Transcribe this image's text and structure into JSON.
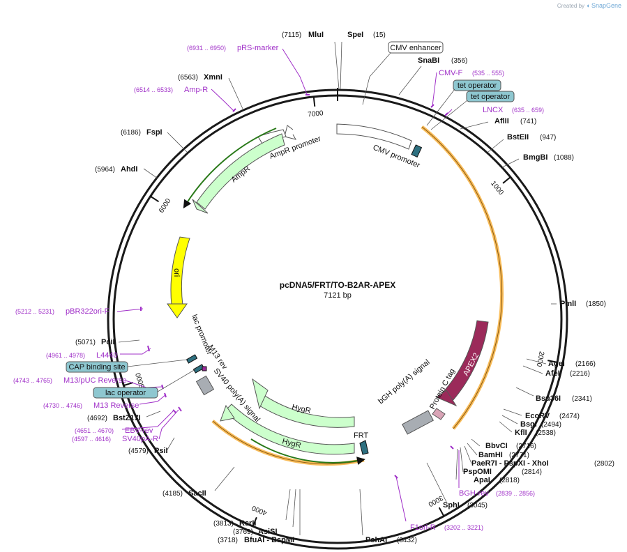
{
  "credit": {
    "prefix": "Created by",
    "brand": "SnapGene"
  },
  "plasmid": {
    "name": "pcDNA5/FRT/TO-B2AR-APEX",
    "size": "7121 bp",
    "length": 7121
  },
  "ruler": [
    {
      "label": "1000",
      "bp": 1000
    },
    {
      "label": "2000",
      "bp": 2000
    },
    {
      "label": "3000",
      "bp": 3000
    },
    {
      "label": "4000",
      "bp": 4000
    },
    {
      "label": "5000",
      "bp": 5000
    },
    {
      "label": "6000",
      "bp": 6000
    },
    {
      "label": "7000",
      "bp": 7000
    }
  ],
  "colors": {
    "backbone": "#1a1a1a",
    "primer": "#a030c8",
    "promoter": "#ffffff",
    "gene": "#ccffcc",
    "ori": "#ffff00",
    "apex": "#9b2a5a",
    "operator": "#2e7080",
    "polyA": "#a8adb3",
    "highlight": "#f6a623"
  },
  "enzymes": [
    {
      "name": "MluI",
      "pos": "(7115)"
    },
    {
      "name": "SpeI",
      "pos": "(15)"
    },
    {
      "name": "SnaBI",
      "pos": "(356)"
    },
    {
      "name": "AflII",
      "pos": "(741)"
    },
    {
      "name": "BstEII",
      "pos": "(947)"
    },
    {
      "name": "BmgBI",
      "pos": "(1088)"
    },
    {
      "name": "PmlI",
      "pos": "(1850)"
    },
    {
      "name": "AgeI",
      "pos": "(2166)"
    },
    {
      "name": "AfeI",
      "pos": "(2216)"
    },
    {
      "name": "Bsu36I",
      "pos": "(2341)"
    },
    {
      "name": "EcoRV",
      "pos": "(2474)"
    },
    {
      "name": "BsgI",
      "pos": "(2494)"
    },
    {
      "name": "KflI",
      "pos": "(2538)"
    },
    {
      "name": "BbvCI",
      "pos": "(2716)"
    },
    {
      "name": "BamHI",
      "pos": "(2771)"
    },
    {
      "name": "PaeR7I - PspXI - XhoI",
      "pos": "(2802)"
    },
    {
      "name": "PspOMI",
      "pos": "(2814)"
    },
    {
      "name": "ApaI",
      "pos": "(2818)"
    },
    {
      "name": "SphI",
      "pos": "(3045)"
    },
    {
      "name": "PshAI",
      "pos": "(3432)"
    },
    {
      "name": "BfuAI - BspMI",
      "pos": "(3718)"
    },
    {
      "name": "AsiSI",
      "pos": "(3769)"
    },
    {
      "name": "RsrII",
      "pos": "(3813)"
    },
    {
      "name": "SacII",
      "pos": "(4185)"
    },
    {
      "name": "PsiI",
      "pos": "(4579)"
    },
    {
      "name": "BstZ17I",
      "pos": "(4692)"
    },
    {
      "name": "PciI",
      "pos": "(5071)"
    },
    {
      "name": "AhdI",
      "pos": "(5964)"
    },
    {
      "name": "FspI",
      "pos": "(6186)"
    },
    {
      "name": "XmnI",
      "pos": "(6563)"
    }
  ],
  "primers": [
    {
      "name": "pRS-marker",
      "range": "(6931 .. 6950)"
    },
    {
      "name": "Amp-R",
      "range": "(6514 .. 6533)"
    },
    {
      "name": "CMV-F",
      "range": "(535 .. 555)"
    },
    {
      "name": "LNCX",
      "range": "(635 .. 659)"
    },
    {
      "name": "BGH-rev",
      "range": "(2839 .. 2856)"
    },
    {
      "name": "F1ori-R",
      "range": "(3202 .. 3221)"
    },
    {
      "name": "pBR322ori-F",
      "range": "(5212 .. 5231)"
    },
    {
      "name": "L4440",
      "range": "(4961 .. 4978)"
    },
    {
      "name": "M13/pUC Reverse",
      "range": "(4743 .. 4765)"
    },
    {
      "name": "M13 Reverse",
      "range": "(4730 .. 4746)"
    },
    {
      "name": "EBV-rev",
      "range": "(4651 .. 4670)"
    },
    {
      "name": "SV40pA-R",
      "range": "(4597 .. 4616)"
    }
  ],
  "boxed_labels": [
    "CMV enhancer",
    "tet operator",
    "tet operator",
    "CAP binding site",
    "lac operator"
  ],
  "features": [
    {
      "name": "CMV promoter"
    },
    {
      "name": "AmpR promoter"
    },
    {
      "name": "AmpR"
    },
    {
      "name": "ori"
    },
    {
      "name": "APEX2"
    },
    {
      "name": "Protein C tag"
    },
    {
      "name": "bGH poly(A) signal"
    },
    {
      "name": "FRT"
    },
    {
      "name": "HygR"
    },
    {
      "name": "HygR"
    },
    {
      "name": "SV40 poly(A) signal"
    },
    {
      "name": "lac promoter"
    },
    {
      "name": "M13 rev"
    }
  ]
}
